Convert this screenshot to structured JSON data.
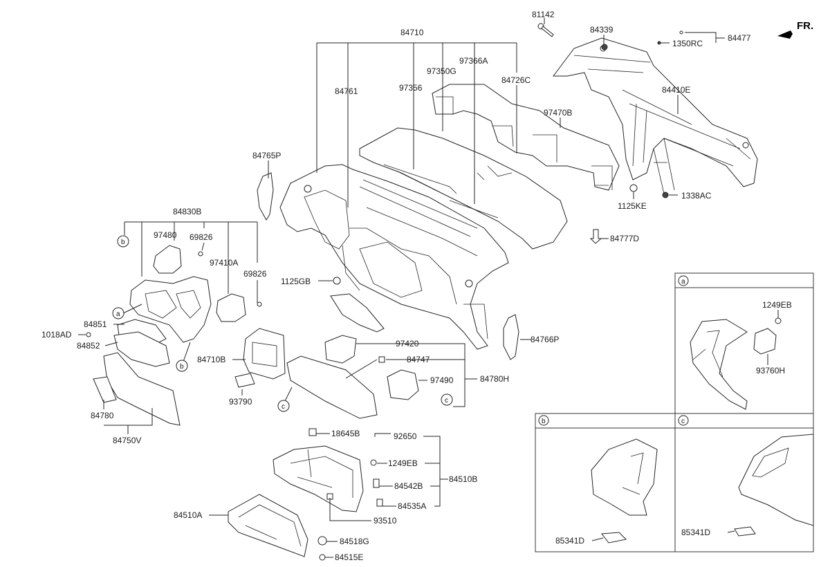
{
  "direction": "FR.",
  "parts": {
    "p81142": "81142",
    "p84339": "84339",
    "p84477": "84477",
    "p1350RC": "1350RC",
    "p84710": "84710",
    "p97366A": "97366A",
    "p97350G": "97350G",
    "p84761": "84761",
    "p97356": "97356",
    "p84726C": "84726C",
    "p84410E": "84410E",
    "p97470B": "97470B",
    "p84765P": "84765P",
    "p1125KE": "1125KE",
    "p1338AC": "1338AC",
    "p84777D": "84777D",
    "p84830B": "84830B",
    "p97480": "97480",
    "p69826a": "69826",
    "p97410A": "97410A",
    "p69826b": "69826",
    "p1125GB": "1125GB",
    "p84851": "84851",
    "p1018AD": "1018AD",
    "p84852": "84852",
    "p84710B": "84710B",
    "p97420": "97420",
    "p84747": "84747",
    "p97490": "97490",
    "p84780H": "84780H",
    "p84766P": "84766P",
    "p93790": "93790",
    "p84780": "84780",
    "p84750V": "84750V",
    "p18645B": "18645B",
    "p92650": "92650",
    "p1249EB": "1249EB",
    "p84542B": "84542B",
    "p84510B": "84510B",
    "p84535A": "84535A",
    "p93510": "93510",
    "p84510A": "84510A",
    "p84518G": "84518G",
    "p84515E": "84515E",
    "pa1249EB": "1249EB",
    "p93760H": "93760H",
    "pb85341D": "85341D",
    "pc85341D": "85341D"
  },
  "callouts": {
    "a": "a",
    "b": "b",
    "c": "c"
  }
}
